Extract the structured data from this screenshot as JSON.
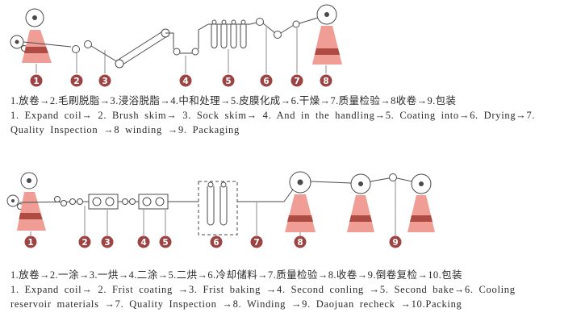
{
  "colors": {
    "pink": "#ef9d95",
    "stripe": "#ae4c44",
    "marker": "#9c4444"
  },
  "process1": {
    "zh": "1.放卷→2.毛刷脱脂→3.浸浴脱脂→4.中和处理→5.皮膜化成→6.干燥→7.质量检验→8收卷→9.包装",
    "en1": "1. Expand coil→ 2. Brush skim→ 3. Sock skim→ 4. And in the handling→5. Coating into→6. Drying→7.",
    "en2": "Quality Inspection →8 winding →9. Packaging",
    "markers": [
      "1",
      "2",
      "3",
      "4",
      "5",
      "6",
      "7",
      "8"
    ]
  },
  "process2": {
    "zh": "1.放卷→2.一涂→3.一烘→4.二涂→5.二烘→6.冷却储料→7.质量检验→8.收卷→9.倒卷复检→10.包装",
    "en1": "1. Expand coil→ 2. Frist coating →3. Frist baking →4. Second conling →5. Second bake→6. Cooling",
    "en2": "reservoir materials →7. Quality Inspection →8. Winding →9. Daojuan recheck →10.Packing",
    "markers": [
      "1",
      "2",
      "3",
      "4",
      "5",
      "6",
      "7",
      "8",
      "9"
    ]
  }
}
